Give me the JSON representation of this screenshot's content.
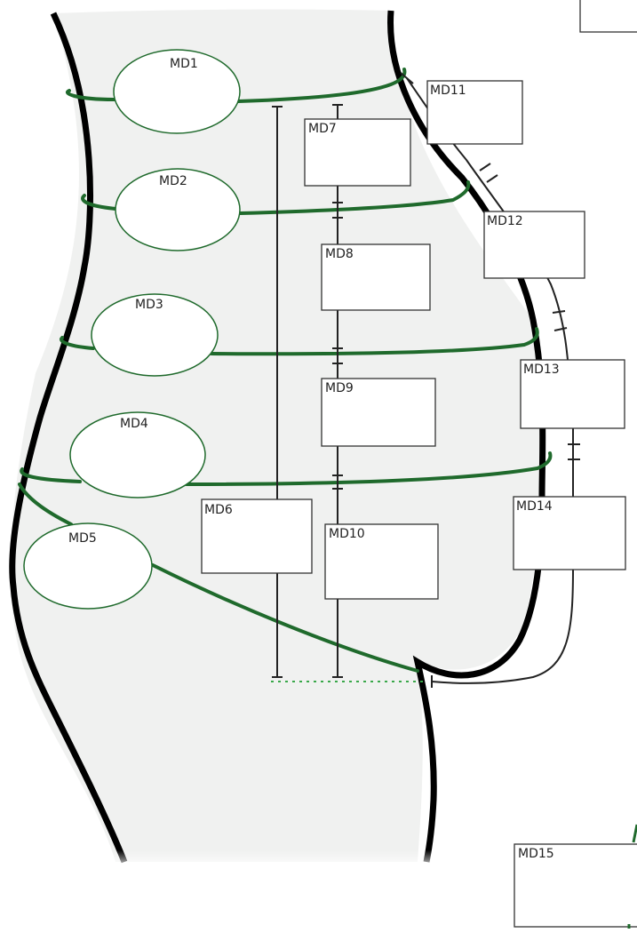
{
  "colors": {
    "body_fill": "#f0f1f0",
    "outline": "#000000",
    "green": "#1f6a2c",
    "green_light": "#3aa84a",
    "box_stroke": "#333333"
  },
  "labels": {
    "md1": "MD1",
    "md2": "MD2",
    "md3": "MD3",
    "md4": "MD4",
    "md5": "MD5",
    "md6": "MD6",
    "md7": "MD7",
    "md8": "MD8",
    "md9": "MD9",
    "md10": "MD10",
    "md11": "MD11",
    "md12": "MD12",
    "md13": "MD13",
    "md14": "MD14",
    "md15": "MD15"
  }
}
